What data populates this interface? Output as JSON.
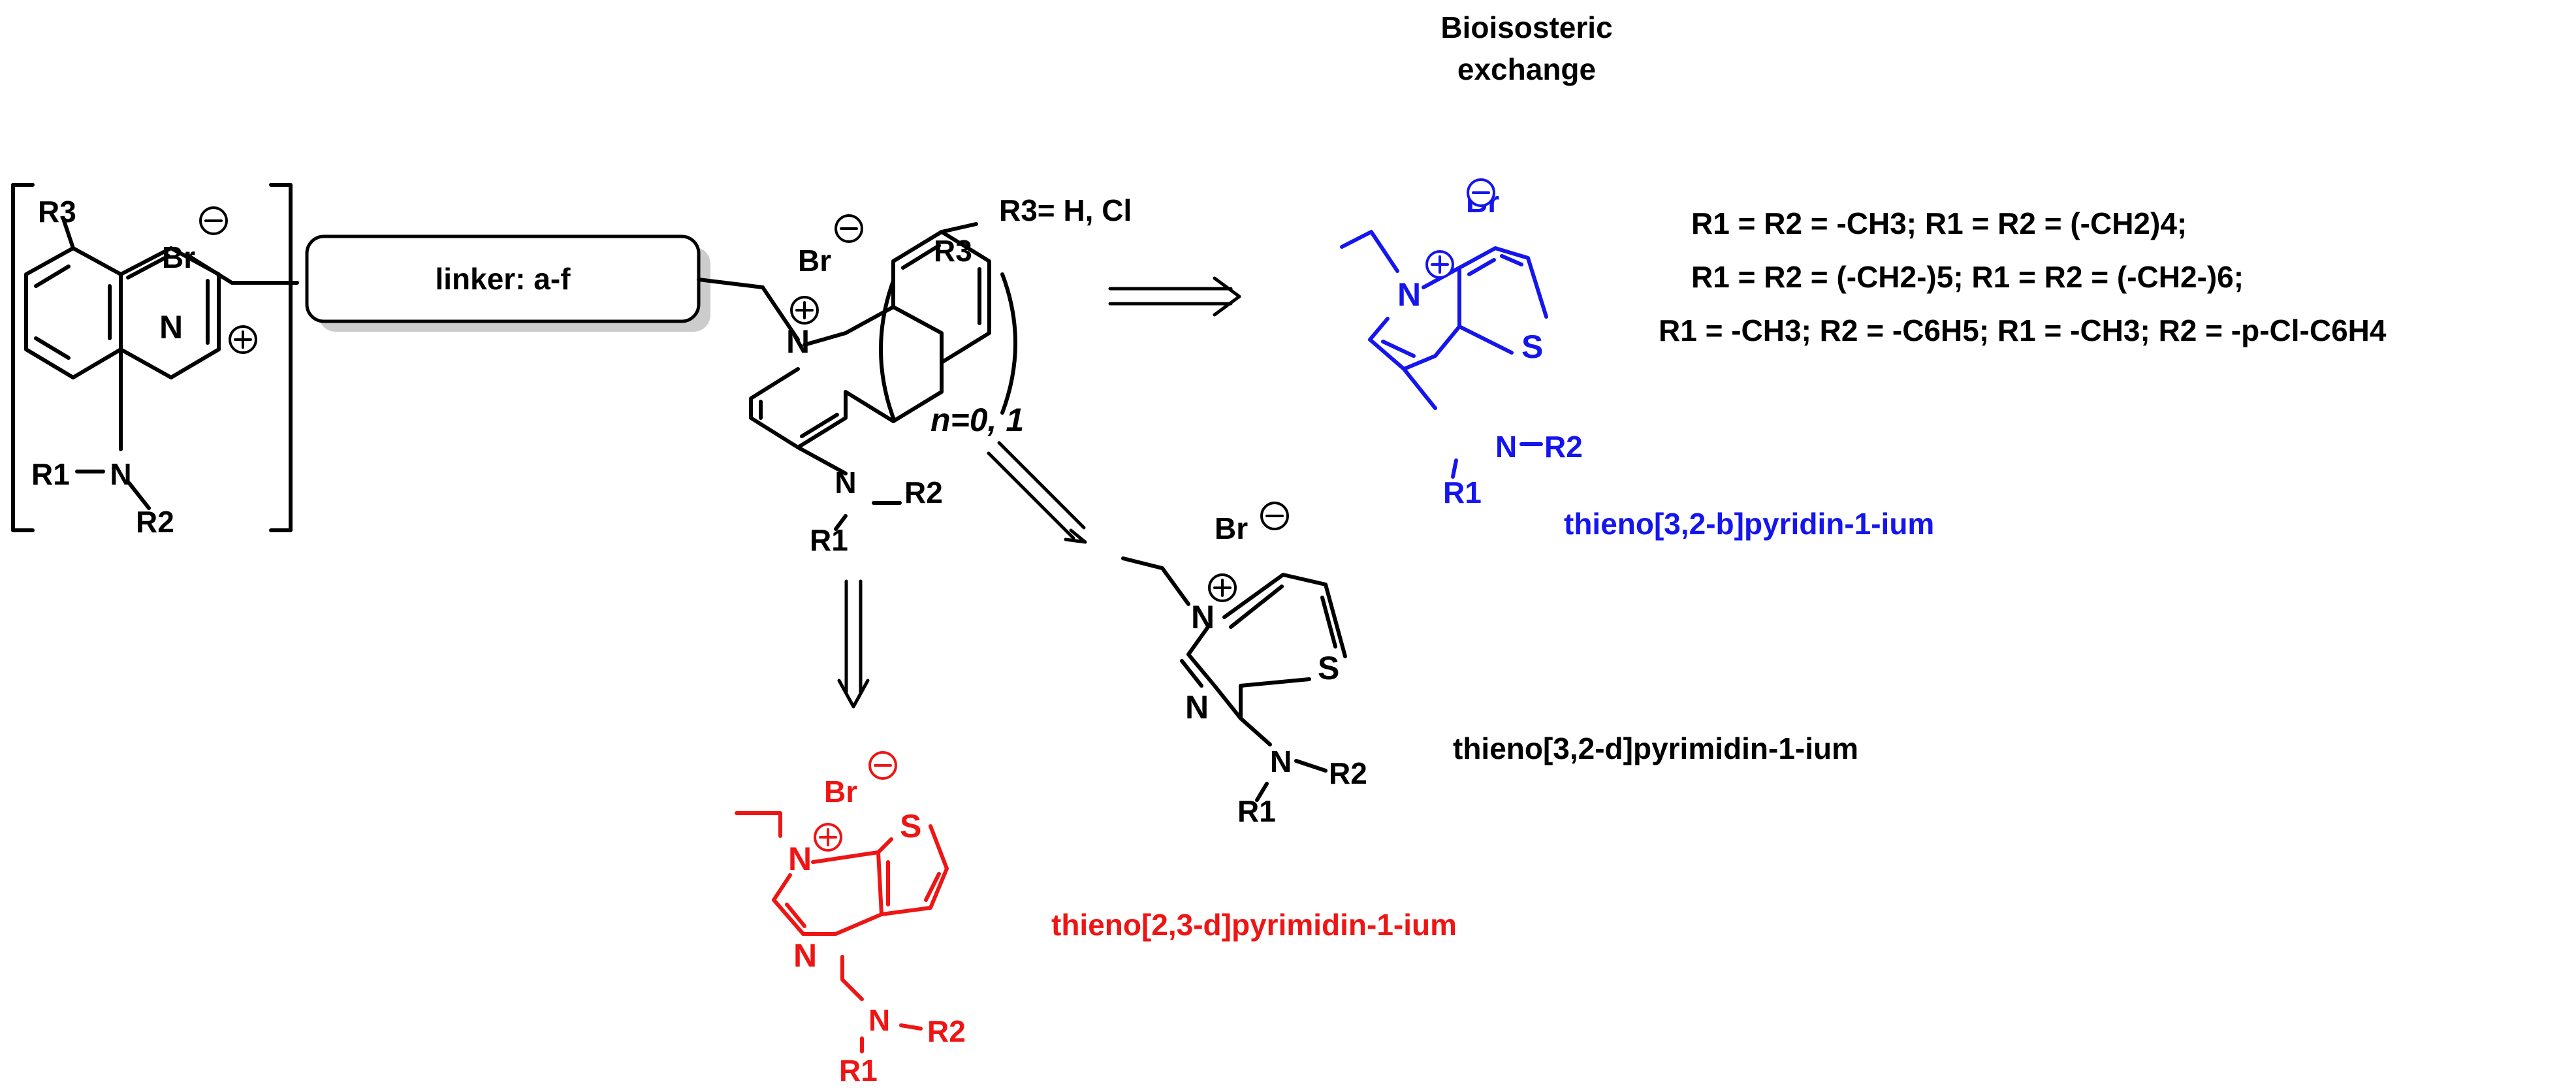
{
  "header": {
    "line1": "Bioisosteric",
    "line2": "exchange"
  },
  "parent": {
    "r3_top": "R3",
    "br_left": "Br",
    "n_left": "N",
    "r1_left": "R1",
    "n_amine_left": "N",
    "r2_left": "R2",
    "linker": "linker: a-f",
    "br_center": "Br",
    "r3_center": "R3",
    "n_center": "N",
    "n_amine_center": "N",
    "r2_center": "R2",
    "r1_center": "R1",
    "n_index": "n=0, 1",
    "r3_def": "R3= H, Cl"
  },
  "substituents": {
    "line1": "R1 = R2 = -CH3; R1 = R2 = (-CH2)4;",
    "line2": "R1 = R2 = (-CH2-)5; R1 = R2 = (-CH2-)6;",
    "line3": "R1 = -CH3; R2 = -C6H5; R1 = -CH3; R2 = -p-Cl-C6H4"
  },
  "blue": {
    "br": "Br",
    "n_ring": "N",
    "s": "S",
    "n_amine": "N",
    "r2": "R2",
    "r1": "R1",
    "name": "thieno[3,2-b]pyridin-1-ium",
    "color": "#1515ee"
  },
  "black": {
    "br": "Br",
    "n_ring": "N",
    "s": "S",
    "n2": "N",
    "n_amine": "N",
    "r2": "R2",
    "r1": "R1",
    "name": "thieno[3,2-d]pyrimidin-1-ium",
    "color": "#000000"
  },
  "red": {
    "br": "Br",
    "n_ring": "N",
    "s": "S",
    "n2": "N",
    "n_amine": "N",
    "r2": "R2",
    "r1": "R1",
    "name": "thieno[2,3-d]pyrimidin-1-ium",
    "color": "#ee1515"
  }
}
